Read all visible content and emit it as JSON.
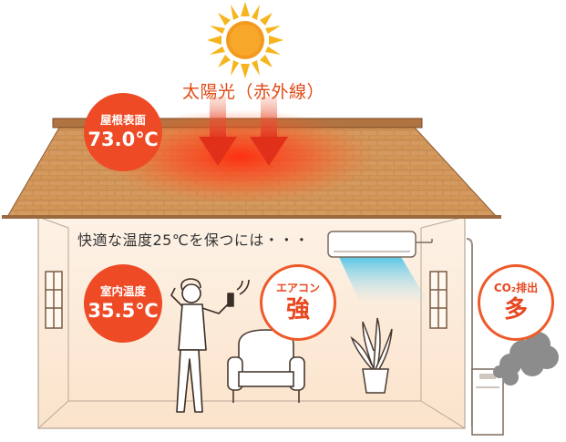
{
  "sun_label": "太陽光（赤外線）",
  "caption": "快適な温度25℃を保つには・・・",
  "roof_badge": {
    "title": "屋根表面",
    "value": "73.0℃"
  },
  "room_badge": {
    "title": "室内温度",
    "value": "35.5℃"
  },
  "aircon_badge": {
    "title": "エアコン",
    "value": "強"
  },
  "co2_badge": {
    "title": "CO₂排出",
    "value": "多"
  },
  "colors": {
    "badge_red": "#ee4a26",
    "roof_tile": "#c98a4f",
    "sun": "#f5a623",
    "arrow": "#e23d1c",
    "cold_air": "#5fc9e8"
  }
}
